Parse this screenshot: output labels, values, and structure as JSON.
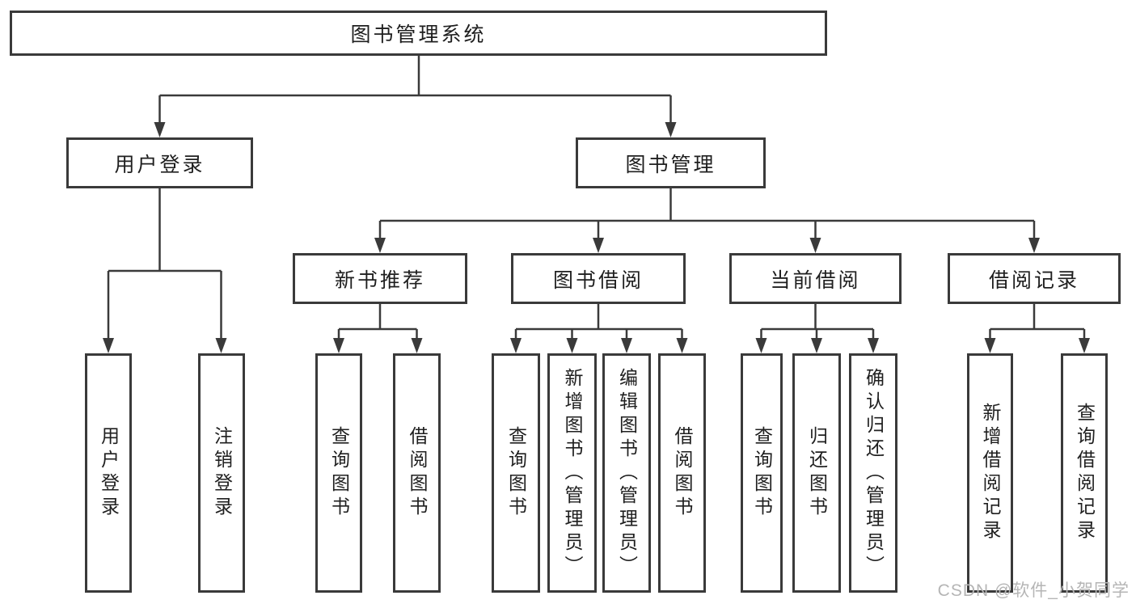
{
  "diagram": {
    "root": {
      "label": "图书管理系统"
    },
    "branches": [
      {
        "label": "用户登录",
        "children": [
          {
            "label": "用户登录"
          },
          {
            "label": "注销登录"
          }
        ]
      },
      {
        "label": "图书管理",
        "children": [
          {
            "label": "新书推荐",
            "children": [
              {
                "label": "查询图书"
              },
              {
                "label": "借阅图书"
              }
            ]
          },
          {
            "label": "图书借阅",
            "children": [
              {
                "label": "查询图书"
              },
              {
                "label": "新增图书（管理员）"
              },
              {
                "label": "编辑图书（管理员）"
              },
              {
                "label": "借阅图书"
              }
            ]
          },
          {
            "label": "当前借阅",
            "children": [
              {
                "label": "查询图书"
              },
              {
                "label": "归还图书"
              },
              {
                "label": "确认归还（管理员）"
              }
            ]
          },
          {
            "label": "借阅记录",
            "children": [
              {
                "label": "新增借阅记录"
              },
              {
                "label": "查询借阅记录"
              }
            ]
          }
        ]
      }
    ]
  },
  "colors": {
    "line": "#3a3a3a",
    "watermark": "#b5b5b5"
  },
  "watermark": {
    "text": "CSDN @软件_小贺同学"
  }
}
